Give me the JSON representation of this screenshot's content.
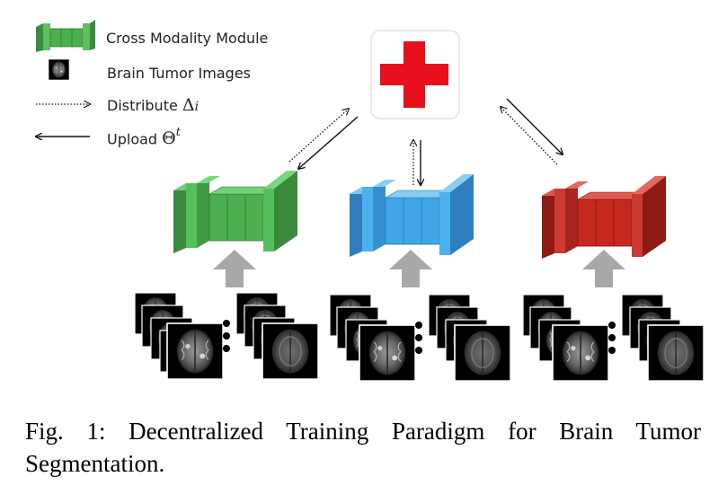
{
  "legend": {
    "module_label": "Cross Modality Module",
    "images_label": "Brain Tumor Images",
    "distribute_label": "Distribute",
    "distribute_symbol": "Δ",
    "distribute_subscript": "i",
    "upload_label": "Upload",
    "upload_symbol": "Θ",
    "upload_superscript": "t"
  },
  "server": {
    "icon": "red-cross-icon",
    "color": "#e8101c"
  },
  "clients": [
    {
      "name": "green-client",
      "color": "#4caf50"
    },
    {
      "name": "blue-client",
      "color": "#42a5e6"
    },
    {
      "name": "red-client",
      "color": "#c62820"
    }
  ],
  "caption": "Fig. 1: Decentralized Training Paradigm for Brain Tumor Segmentation."
}
